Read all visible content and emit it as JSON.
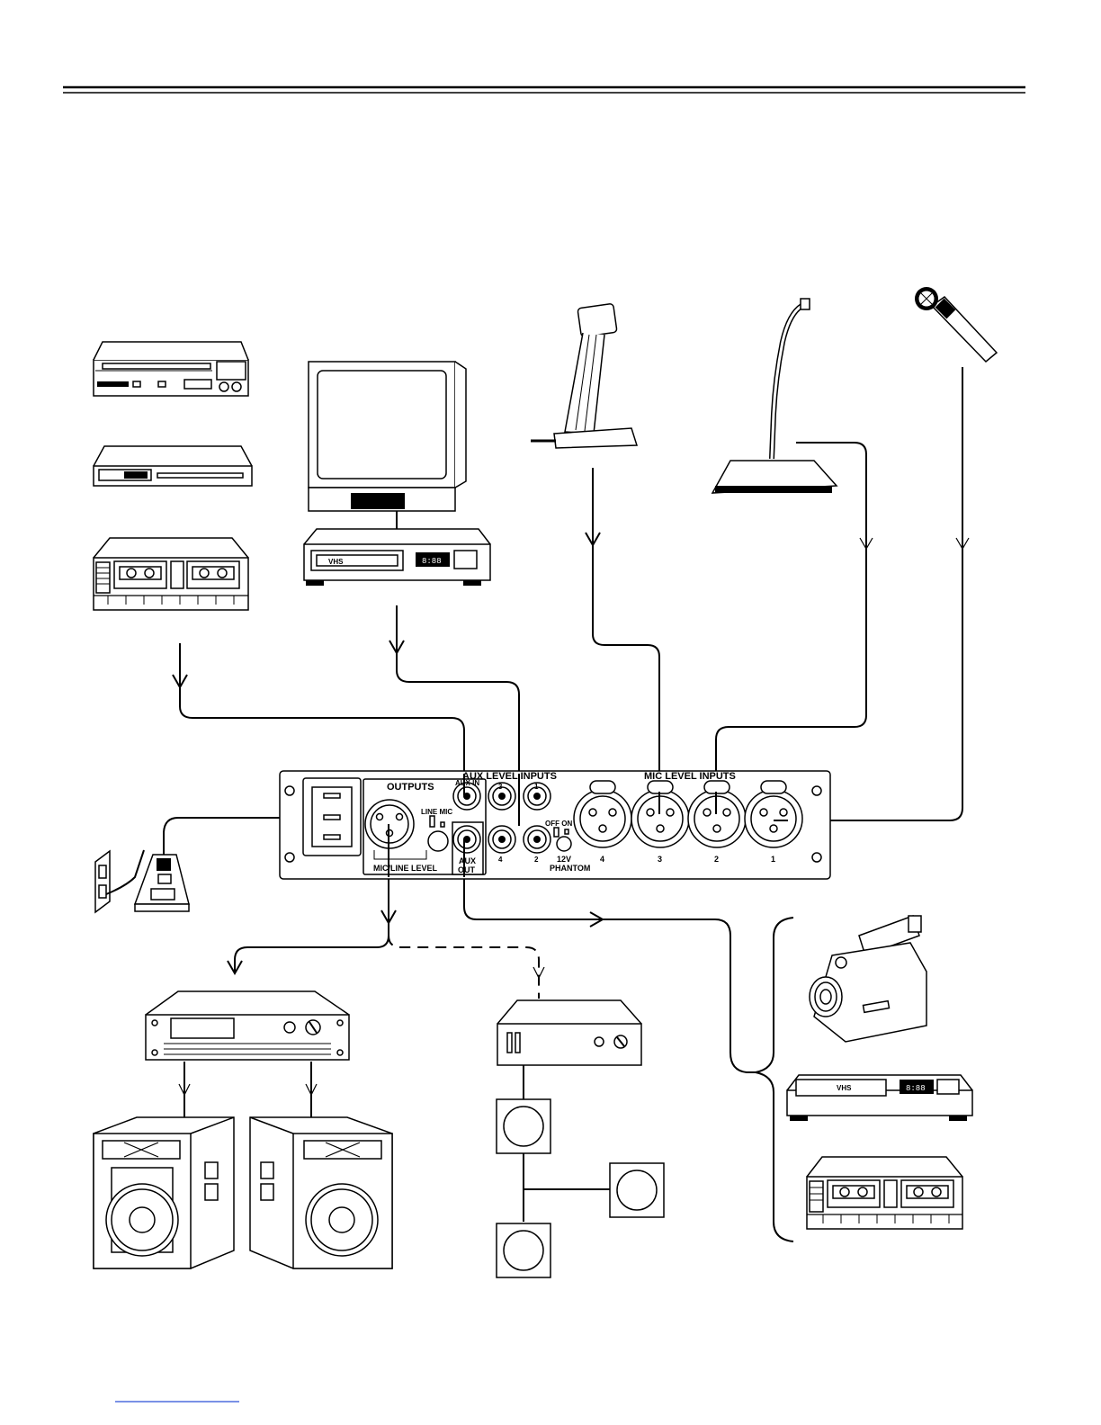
{
  "panel": {
    "outputs_label": "OUTPUTS",
    "aux_level_inputs_label": "AUX LEVEL INPUTS",
    "mic_level_inputs_label": "MIC LEVEL INPUTS",
    "aux_in_label": "AUX IN",
    "line_mic_label": "LINE MIC",
    "mic_line_level_label": "MIC/LINE LEVEL",
    "aux_out_label_1": "AUX",
    "aux_out_label_2": "OUT",
    "off_on_label": "OFF ON",
    "phantom_v_label": "12V",
    "phantom_label": "PHANTOM",
    "aux_input_numbers": [
      "3",
      "1",
      "4",
      "2"
    ],
    "mic_input_numbers": [
      "4",
      "3",
      "2",
      "1"
    ]
  },
  "devices": {
    "vhs_label": "VHS",
    "vcr_display": "8:88"
  },
  "colors": {
    "line": "#000000",
    "background": "#ffffff"
  }
}
